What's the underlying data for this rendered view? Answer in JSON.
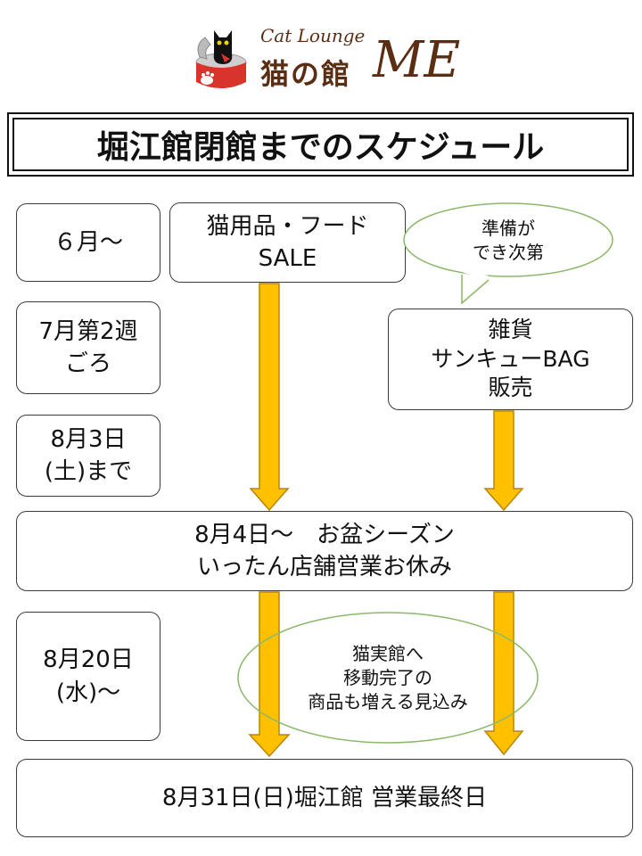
{
  "logo": {
    "subtitle": "Cat Lounge",
    "name_jp": "猫の館",
    "name_en": "ME"
  },
  "title": "堀江館閉館までのスケジュール",
  "timeline": {
    "labels": [
      "６月～",
      "7月第2週\nごろ",
      "8月3日\n(土)まで",
      "8月20日\n(水)～"
    ]
  },
  "boxes": {
    "sale": "猫用品・フード\nSALE",
    "goods": "雑貨\nサンキューBAG\n販売",
    "obon": "8月4日～　お盆シーズン\nいったん店舗営業お休み",
    "final": "8月31日(日)堀江館 営業最終日"
  },
  "notes": {
    "ready": "準備が\nでき次第",
    "increase": "猫実館へ\n移動完了の\n商品も増える見込み"
  },
  "colors": {
    "arrow": "#FFC000",
    "arrow_border": "#B8860B",
    "bubble_border": "#8CB86A",
    "logo_brown": "#5B2E14",
    "logo_red": "#D9342B"
  }
}
